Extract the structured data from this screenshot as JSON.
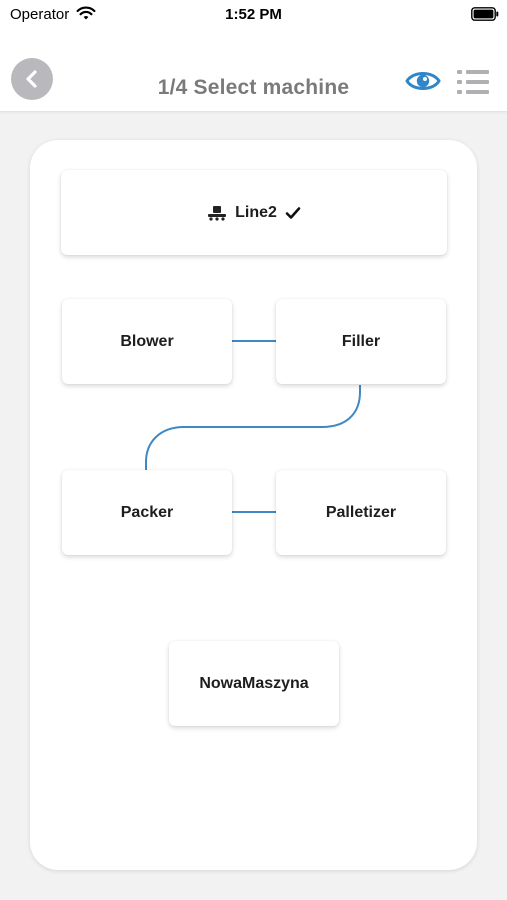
{
  "status_bar": {
    "carrier": "Operator",
    "time": "1:52 PM"
  },
  "header": {
    "title": "1/4 Select machine",
    "accent_color": "#2f86c8"
  },
  "line": {
    "label": "Line2",
    "selected": true
  },
  "machines": [
    {
      "label": "Blower"
    },
    {
      "label": "Filler"
    },
    {
      "label": "Packer"
    },
    {
      "label": "Palletizer"
    },
    {
      "label": "NowaMaszyna"
    }
  ],
  "connector_color": "#3f88c5"
}
